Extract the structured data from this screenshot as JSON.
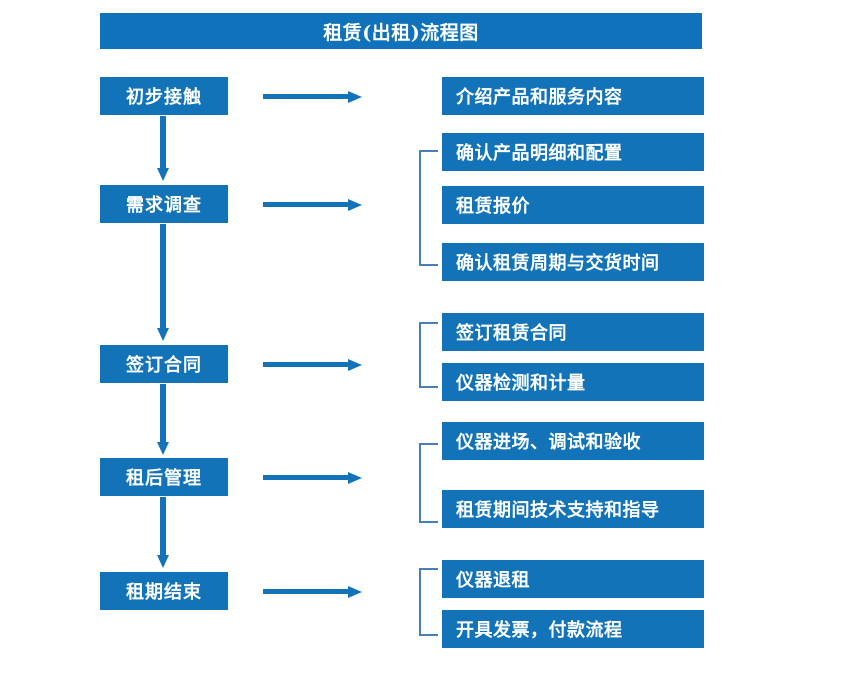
{
  "title": "租赁(出租)流程图",
  "colors": {
    "box_blue": "#1273b9",
    "title_blue": "#0f72ba",
    "arrow_blue": "#1273b9",
    "bracket_blue": "#4a7ebb",
    "text_white": "#ffffff",
    "background": "#ffffff"
  },
  "stages": [
    {
      "label": "初步接触"
    },
    {
      "label": "需求调查"
    },
    {
      "label": "签订合同"
    },
    {
      "label": "租后管理"
    },
    {
      "label": "租期结束"
    }
  ],
  "detail_groups": [
    {
      "stage": "初步接触",
      "bracketed": false,
      "items": [
        {
          "label": "介绍产品和服务内容"
        }
      ]
    },
    {
      "stage": "需求调查",
      "bracketed": true,
      "items": [
        {
          "label": "确认产品明细和配置"
        },
        {
          "label": "租赁报价"
        },
        {
          "label": "确认租赁周期与交货时间"
        }
      ]
    },
    {
      "stage": "签订合同",
      "bracketed": true,
      "items": [
        {
          "label": "签订租赁合同"
        },
        {
          "label": "仪器检测和计量"
        }
      ]
    },
    {
      "stage": "租后管理",
      "bracketed": true,
      "items": [
        {
          "label": "仪器进场、调试和验收"
        },
        {
          "label": "租赁期间技术支持和指导"
        }
      ]
    },
    {
      "stage": "租期结束",
      "bracketed": true,
      "items": [
        {
          "label": "仪器退租"
        },
        {
          "label": "开具发票，付款流程"
        }
      ]
    }
  ],
  "connectors": {
    "horizontal_arrow_count": 5,
    "vertical_arrow_count": 4,
    "direction_horizontal": "right",
    "direction_vertical": "down"
  }
}
